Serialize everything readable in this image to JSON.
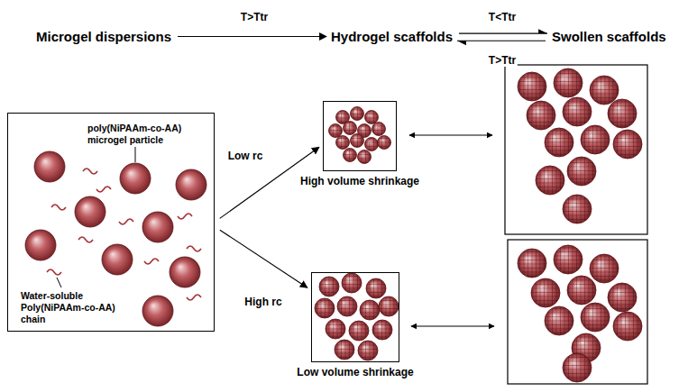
{
  "diagram": {
    "nodes": [
      {
        "text": [
          "Microgel dispersions"
        ]
      },
      {
        "text": [
          "Hydrogel scaffolds"
        ]
      },
      {
        "text": [
          "Swollen scaffolds"
        ]
      },
      {
        "text": [
          "poly(NiPAAm-co-AA) microgel particle",
          "Water-soluble Poly(NiPAAm-co-AA) chain"
        ]
      },
      {
        "text": [
          "High volume shrinkage"
        ]
      },
      {
        "text": [
          "Low volume shrinkage"
        ]
      }
    ],
    "edges": [
      {
        "from": 0,
        "to": 1,
        "arrow": "to",
        "label": "T>Ttr"
      },
      {
        "from": 1,
        "to": 2,
        "arrow": "to",
        "label": "T<Ttr"
      },
      {
        "from": 2,
        "to": 1,
        "arrow": "to",
        "label": "T>Ttr"
      },
      {
        "from": 3,
        "to": 4,
        "arrow": "to",
        "label": "Low rc"
      },
      {
        "from": 3,
        "to": 5,
        "arrow": "to",
        "label": "High rc"
      }
    ]
  }
}
